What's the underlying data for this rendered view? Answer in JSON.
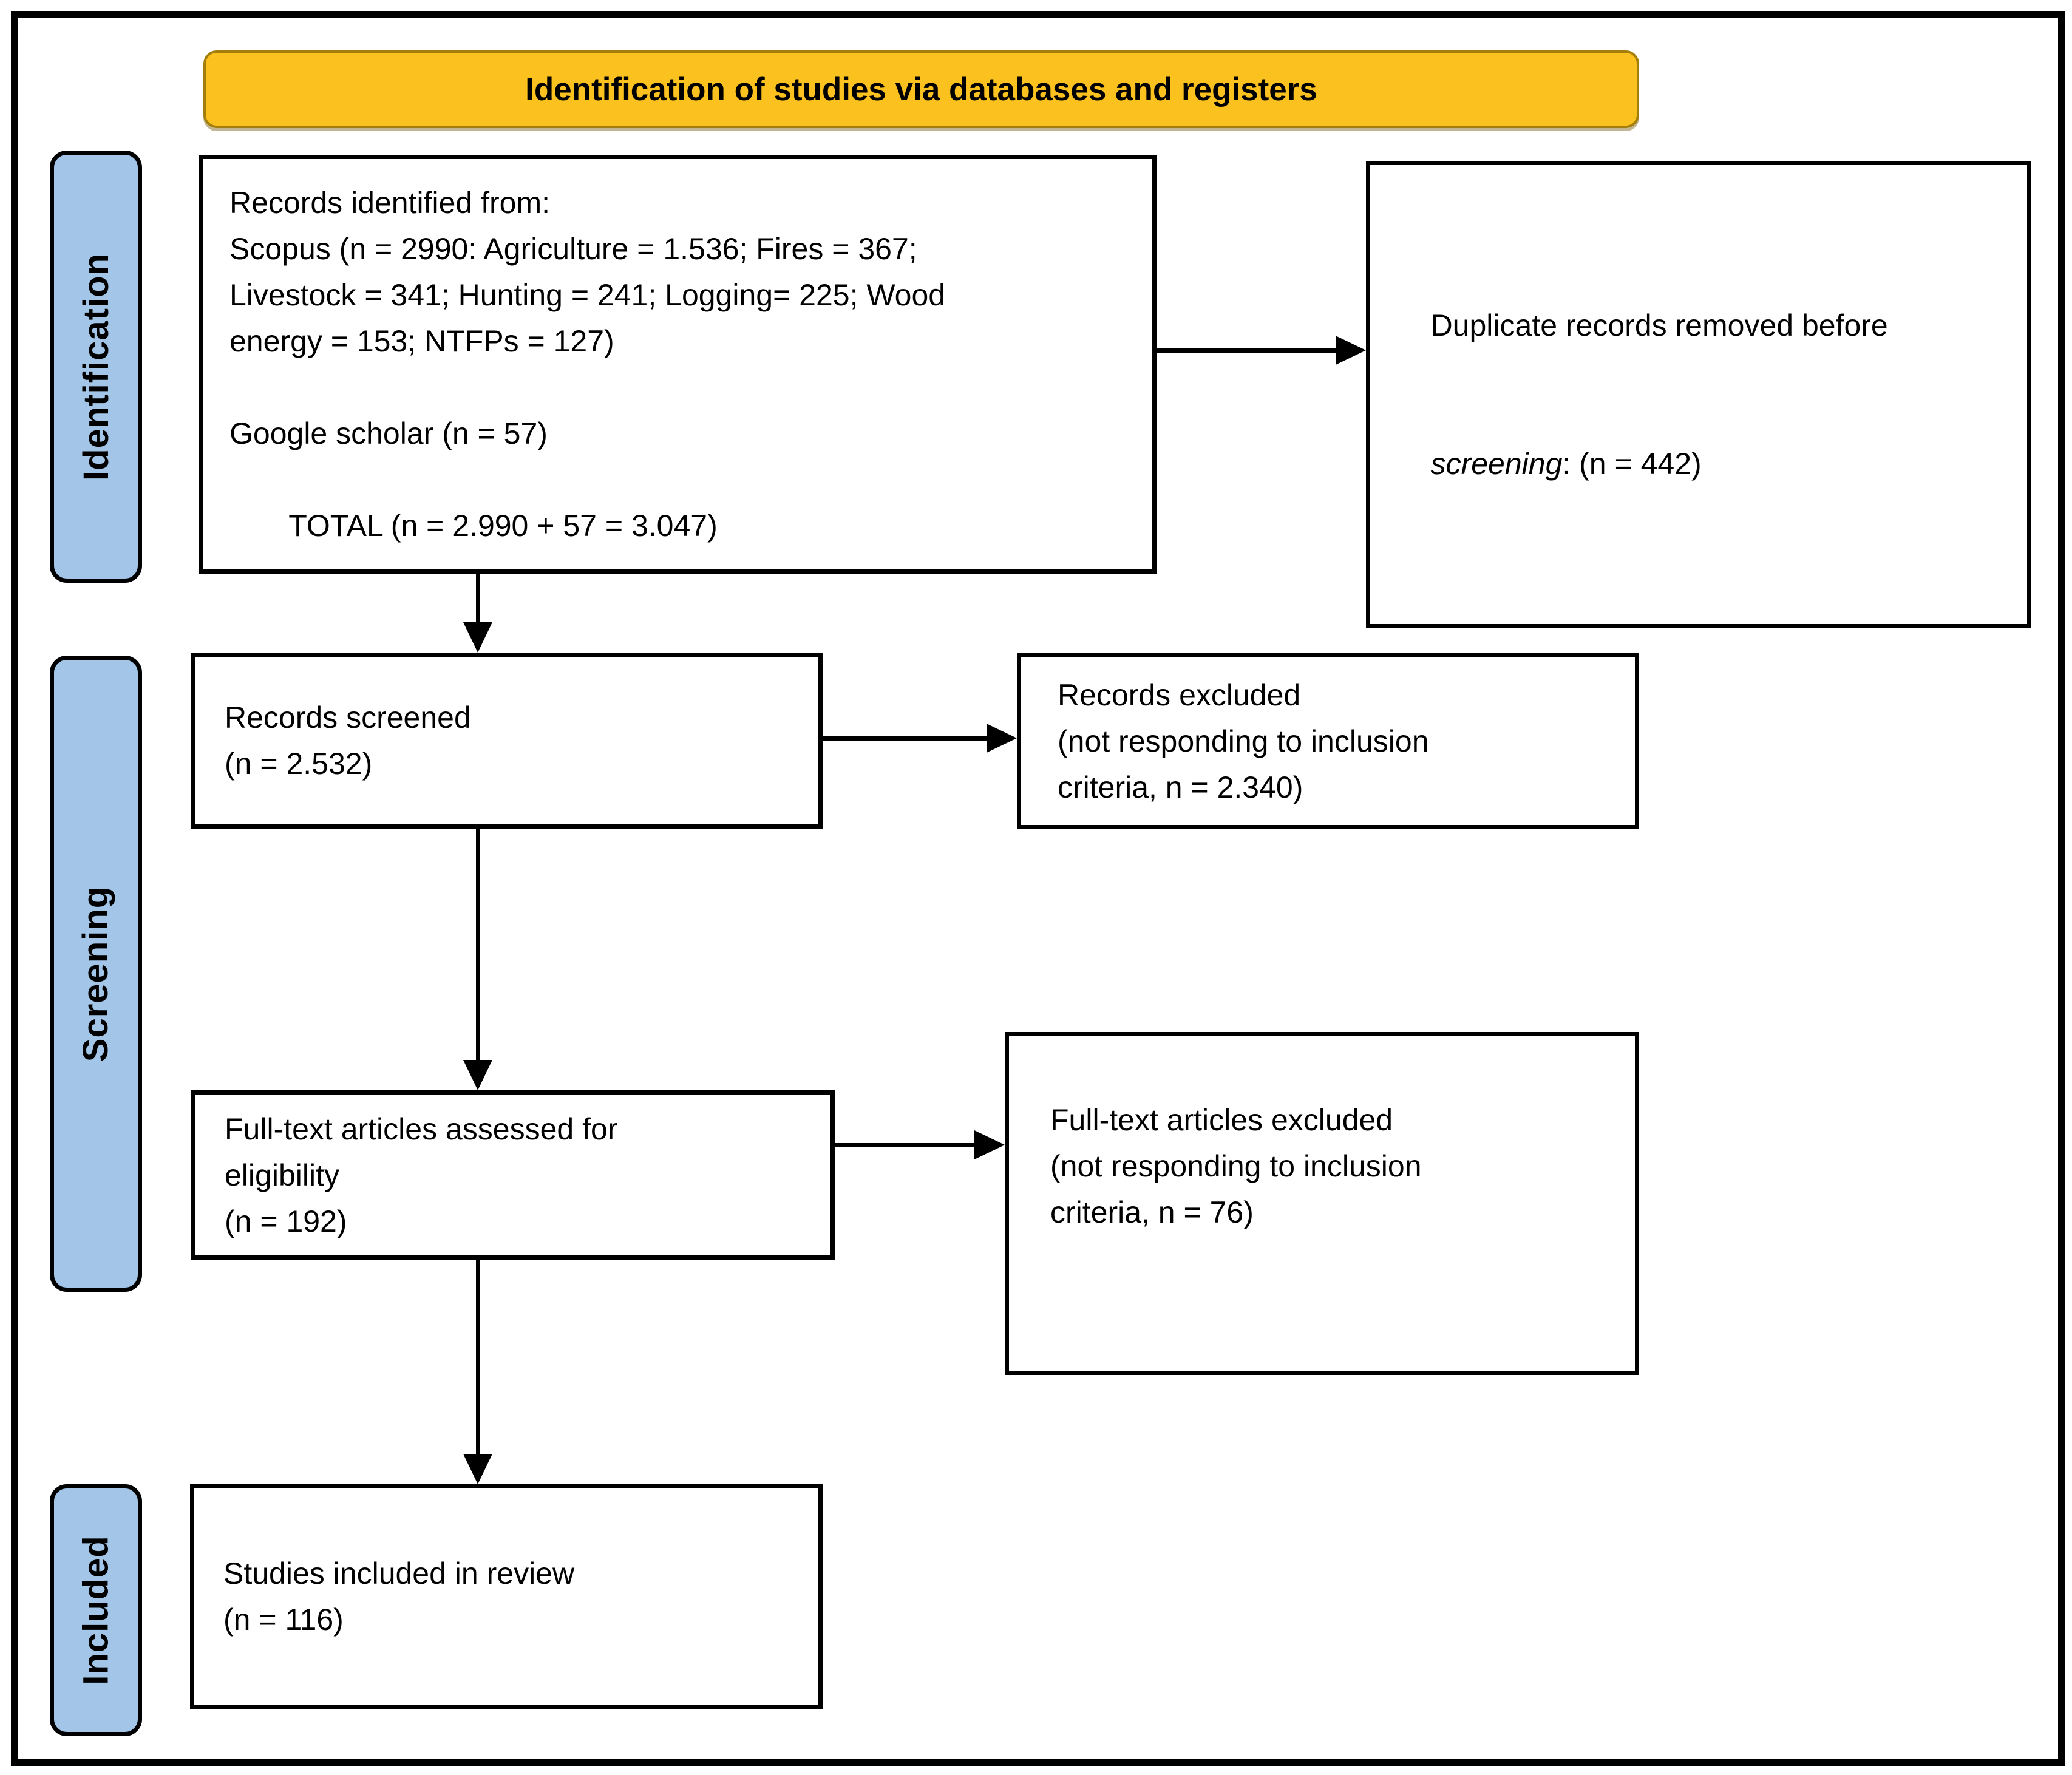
{
  "diagram": {
    "banner": {
      "text": "Identification of studies via databases and registers"
    },
    "stages": {
      "identification": "Identification",
      "screening": "Screening",
      "included": "Included"
    },
    "boxes": {
      "records_identified": {
        "lines": [
          "Records identified from:",
          "Scopus (n = 2990: Agriculture = 1.536; Fires = 367;",
          "Livestock = 341; Hunting = 241; Logging= 225; Wood",
          "energy = 153; NTFPs = 127)",
          "",
          "Google scholar (n = 57)",
          "",
          "       TOTAL (n = 2.990 + 57 = 3.047)"
        ]
      },
      "duplicates_removed": {
        "line1": "Duplicate records removed before",
        "line2_italic": "screening",
        "line2_rest": ": (n = 442)"
      },
      "records_screened": {
        "lines": [
          "Records screened",
          "(n = 2.532)"
        ]
      },
      "records_excluded": {
        "lines": [
          "Records excluded",
          "(not responding to inclusion",
          "criteria, n = 2.340)"
        ]
      },
      "fulltext_assessed": {
        "lines": [
          "Full-text articles assessed for",
          "eligibility",
          "(n = 192)"
        ]
      },
      "fulltext_excluded": {
        "lines": [
          "Full-text articles excluded",
          "(not responding to inclusion",
          "criteria, n = 76)"
        ]
      },
      "studies_included": {
        "lines": [
          "Studies included in review",
          "(n = 116)"
        ]
      }
    },
    "colors": {
      "banner_fill": "#FBC11E",
      "banner_border": "#A47E0B",
      "stage_fill": "#A3C6E8",
      "box_bg": "#FFFFFF",
      "line": "#000000"
    }
  }
}
